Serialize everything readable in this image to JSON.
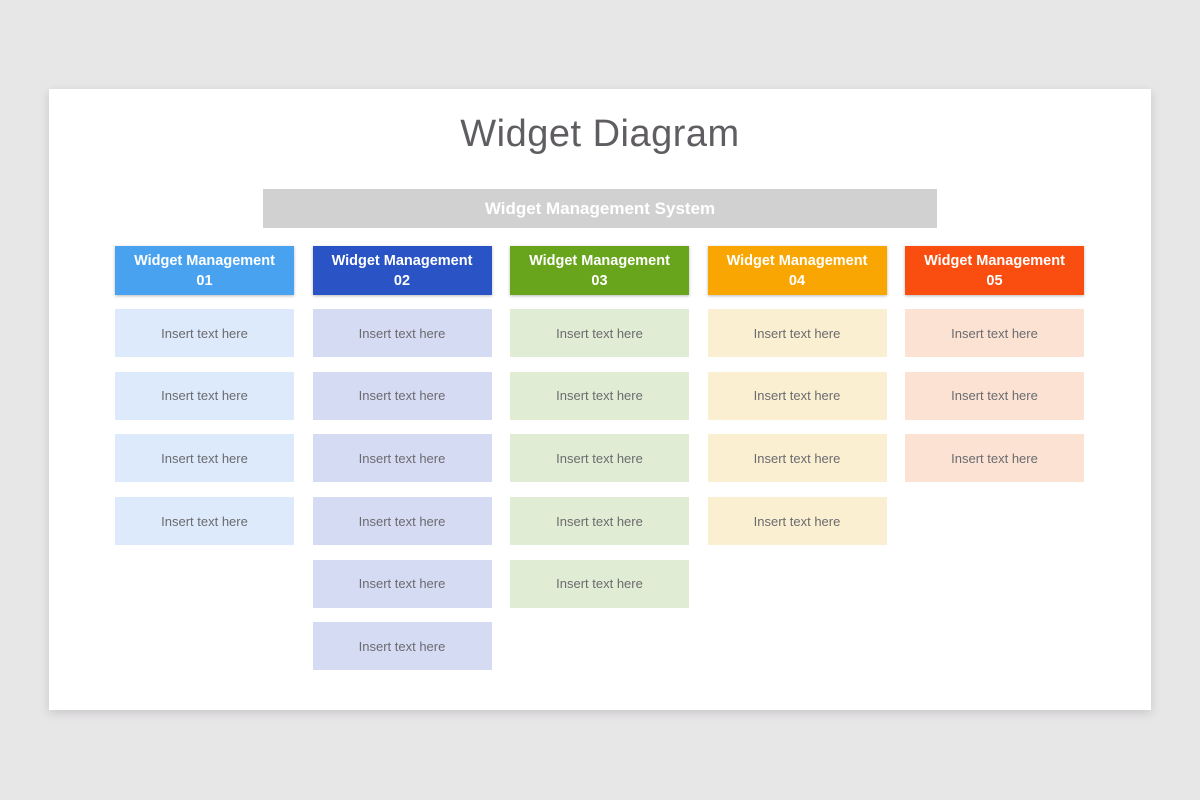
{
  "background_color": "#e8e7e8",
  "cell_text_color": "#6b6b6f",
  "slide": {
    "title": "Widget Diagram",
    "title_color": "#605d62",
    "banner": {
      "label": "Widget Management System",
      "background": "#d1d1d1",
      "text_color": "#ffffff"
    }
  },
  "columns": [
    {
      "header": {
        "line1": "Widget Management",
        "line2": "01",
        "background": "#48a2f0"
      },
      "cell_background": "#dceafb",
      "cells": [
        "Insert text here",
        "Insert text here",
        "Insert text here",
        "Insert text here"
      ]
    },
    {
      "header": {
        "line1": "Widget Management",
        "line2": "02",
        "background": "#2a53c5"
      },
      "cell_background": "#d6dbf4",
      "cells": [
        "Insert text here",
        "Insert text here",
        "Insert text here",
        "Insert text here",
        "Insert text here",
        "Insert text here"
      ]
    },
    {
      "header": {
        "line1": "Widget Management",
        "line2": "03",
        "background": "#68a51c"
      },
      "cell_background": "#e1ecd4",
      "cells": [
        "Insert text here",
        "Insert text here",
        "Insert text here",
        "Insert text here",
        "Insert text here"
      ]
    },
    {
      "header": {
        "line1": "Widget Management",
        "line2": "04",
        "background": "#f9a602"
      },
      "cell_background": "#fbefd2",
      "cells": [
        "Insert text here",
        "Insert text here",
        "Insert text here",
        "Insert text here"
      ]
    },
    {
      "header": {
        "line1": "Widget Management",
        "line2": "05",
        "background": "#f94e10"
      },
      "cell_background": "#fce2d3",
      "cells": [
        "Insert text here",
        "Insert text here",
        "Insert text here"
      ]
    }
  ]
}
